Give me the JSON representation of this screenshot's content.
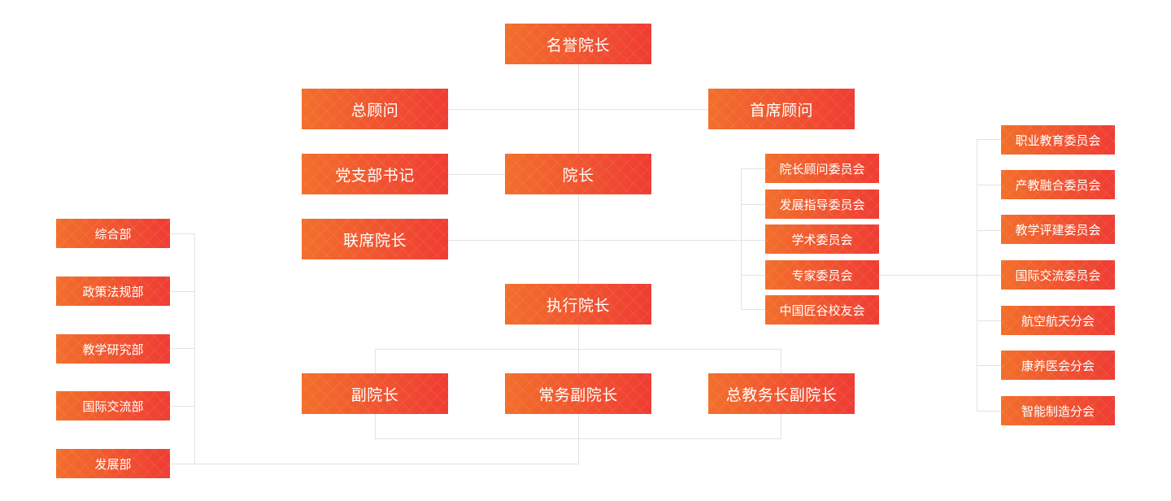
{
  "top": {
    "honorary_president": "名誉院长",
    "general_advisor": "总顾问",
    "chief_advisor": "首席顾问",
    "party_secretary": "党支部书记",
    "president": "院长",
    "joint_president": "联席院长",
    "executive_president": "执行院长"
  },
  "vice": [
    "副院长",
    "常务副院长",
    "总教务长副院长"
  ],
  "committees": [
    "院长顾问委员会",
    "发展指导委员会",
    "学术委员会",
    "专家委员会",
    "中国匠谷校友会"
  ],
  "sub_committees": [
    "职业教育委员会",
    "产教融合委员会",
    "教学评建委员会",
    "国际交流委员会",
    "航空航天分会",
    "康养医会分会",
    "智能制造分会"
  ],
  "departments": [
    "综合部",
    "政策法规部",
    "教学研究部",
    "国际交流部",
    "发展部"
  ],
  "colors": {
    "box_start": "#f26f2b",
    "box_end": "#ef3c33",
    "line": "#e6e6e6"
  }
}
